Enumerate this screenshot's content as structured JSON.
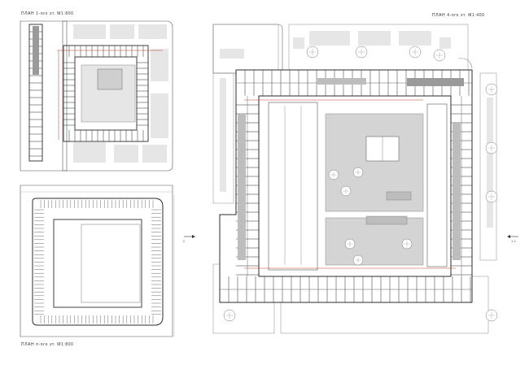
{
  "labels": {
    "plan_first": "ПЛАН 1-ого эт. М1:800",
    "plan_typical": "ПЛАН 4-ого эт. М1:400",
    "plan_underground": "ПЛАН п-ого эт. М1:800"
  },
  "section_marks": {
    "left": "2",
    "right": "1-1"
  },
  "colors": {
    "line": "#3a3a3a",
    "wall": "#2b2b2b",
    "grey_fill": "#d4d4d4",
    "light_fill": "#e6e6e6",
    "dark_fill": "#9a9a9a",
    "red_line": "#c0392b"
  }
}
